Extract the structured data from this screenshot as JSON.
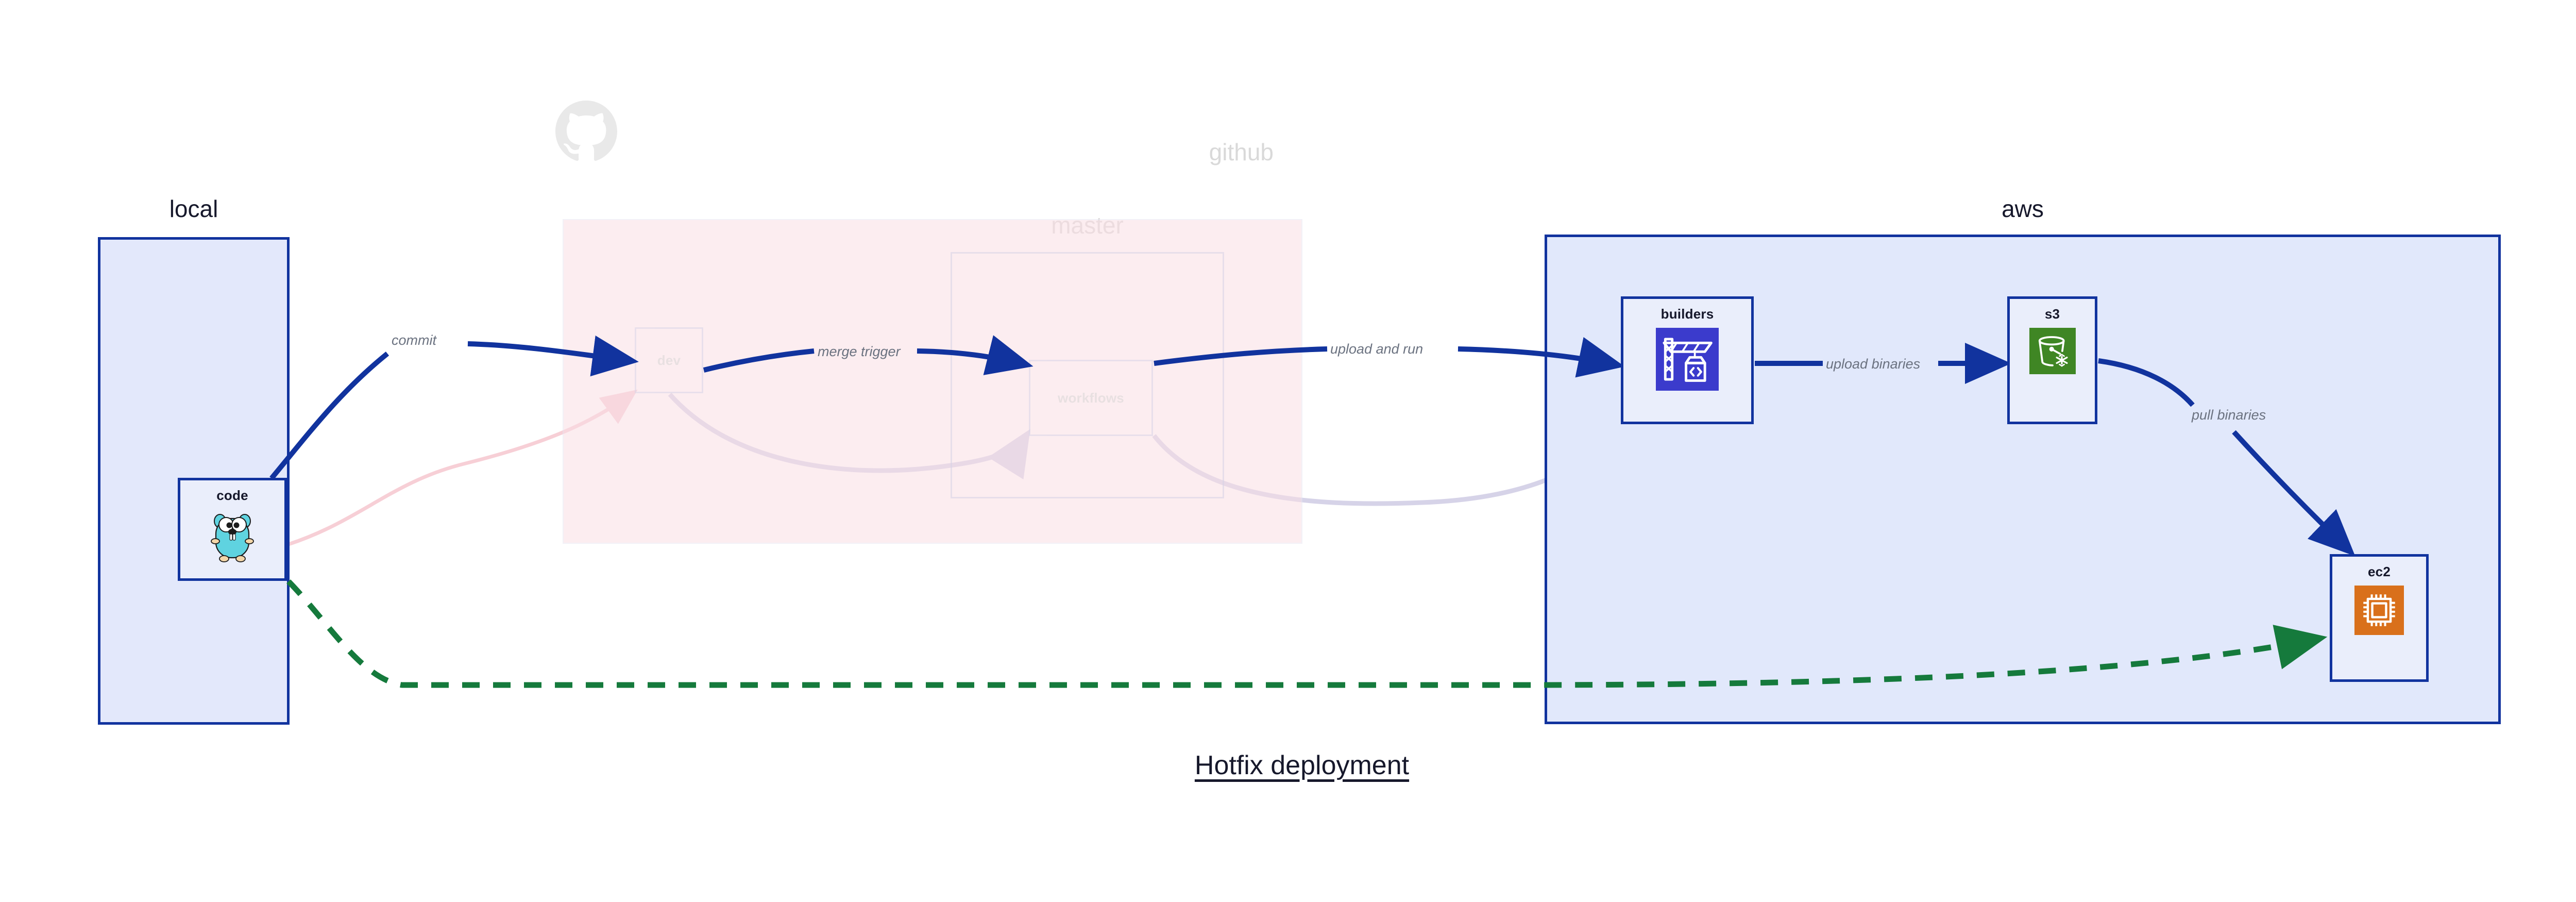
{
  "caption": "Hotfix deployment",
  "colors": {
    "primary_blue": "#11339e",
    "group_local_fill": "#e3e8fb",
    "group_aws_fill": "#e1e8fb",
    "group_github_fill": "#fadfe5",
    "node_fill": "#eaeefb",
    "label_gray": "#6b7280",
    "dashed_green": "#157a3c",
    "builders_icon_bg": "#3b3bcc",
    "s3_icon_bg": "#3f8624",
    "ec2_icon_bg": "#d9701b",
    "gopher_body": "#5fd3e0"
  },
  "groups": [
    {
      "id": "local",
      "title": "local",
      "state": "active"
    },
    {
      "id": "github",
      "title": "github",
      "state": "faded"
    },
    {
      "id": "master",
      "title": "master",
      "state": "faded"
    },
    {
      "id": "aws",
      "title": "aws",
      "state": "active"
    }
  ],
  "nodes": [
    {
      "id": "code",
      "label": "code",
      "icon": "go-gopher-icon",
      "group": "local",
      "state": "active"
    },
    {
      "id": "dev",
      "label": "dev",
      "icon": "none",
      "group": "github",
      "state": "faded"
    },
    {
      "id": "workflows",
      "label": "workflows",
      "icon": "none",
      "group": "master",
      "state": "faded"
    },
    {
      "id": "builders",
      "label": "builders",
      "icon": "aws-codebuild-crane-icon",
      "group": "aws",
      "state": "active"
    },
    {
      "id": "s3",
      "label": "s3",
      "icon": "aws-s3-bucket-icon",
      "group": "aws",
      "state": "active"
    },
    {
      "id": "ec2",
      "label": "ec2",
      "icon": "aws-ec2-chip-icon",
      "group": "aws",
      "state": "active"
    }
  ],
  "edges": [
    {
      "id": "commit",
      "label": "commit",
      "from": "code",
      "to": "dev",
      "style": "solid-blue",
      "state": "active"
    },
    {
      "id": "merge-trigger",
      "label": "merge trigger",
      "from": "dev",
      "to": "workflows",
      "style": "solid-blue",
      "state": "active"
    },
    {
      "id": "upload-and-run",
      "label": "upload and run",
      "from": "workflows",
      "to": "builders",
      "style": "solid-blue",
      "state": "active"
    },
    {
      "id": "upload-binaries",
      "label": "upload binaries",
      "from": "builders",
      "to": "s3",
      "style": "solid-blue",
      "state": "active"
    },
    {
      "id": "pull-binaries",
      "label": "pull binaries",
      "from": "s3",
      "to": "ec2",
      "style": "solid-blue",
      "state": "active"
    },
    {
      "id": "hotfix-direct",
      "label": "",
      "from": "code",
      "to": "ec2",
      "style": "dashed-green",
      "state": "active"
    },
    {
      "id": "ghost-code-dev",
      "label": "",
      "from": "code",
      "to": "dev",
      "style": "faded-pink",
      "state": "faded"
    },
    {
      "id": "ghost-dev-workflows",
      "label": "",
      "from": "dev",
      "to": "workflows",
      "style": "faded-lavender",
      "state": "faded"
    },
    {
      "id": "ghost-workflows-build",
      "label": "",
      "from": "workflows",
      "to": "builders",
      "style": "faded-lavender",
      "state": "faded"
    }
  ],
  "icons": {
    "github_logo": "github-octocat-icon"
  }
}
